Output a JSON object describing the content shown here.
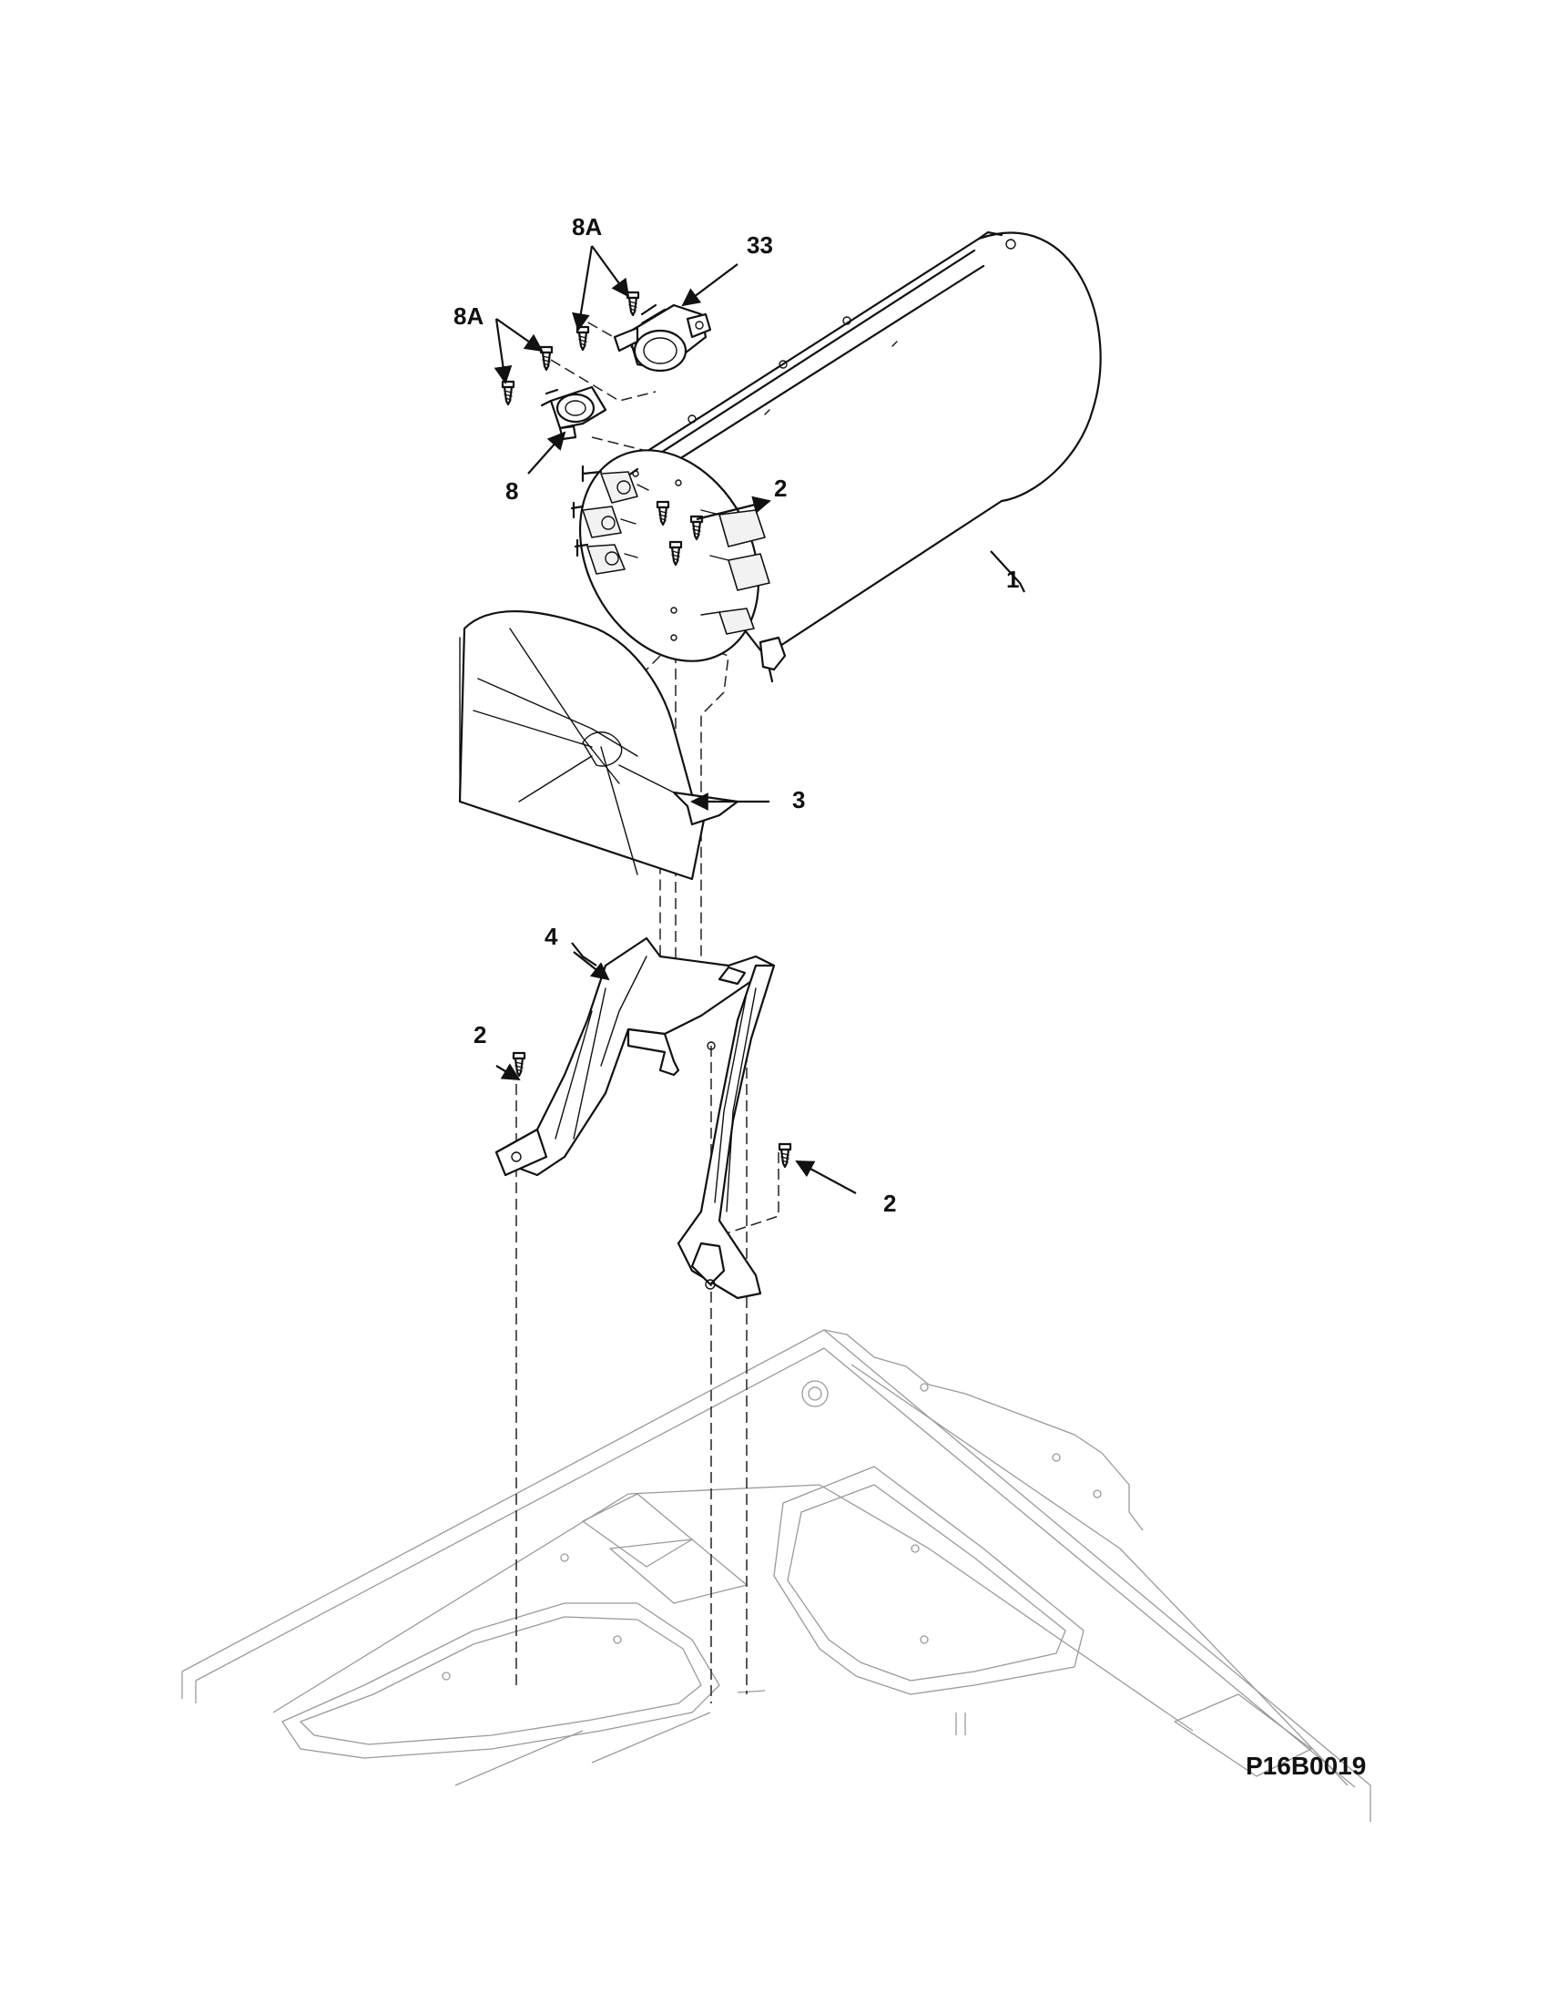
{
  "diagram_code": "P16B0019",
  "callouts": {
    "heater_housing": "1",
    "screw_top": "2",
    "screw_left": "2",
    "screw_right": "2",
    "shield": "3",
    "bracket": "4",
    "thermostat_left": "8",
    "thermostat_top": "33",
    "screws_left": "8A",
    "screws_top": "8A"
  },
  "colors": {
    "ink": "#111111",
    "cabinet_outline": "#9a9a9a",
    "background": "#ffffff"
  },
  "icons": {
    "screw": "screw-icon",
    "thermostat": "thermostat-icon"
  }
}
